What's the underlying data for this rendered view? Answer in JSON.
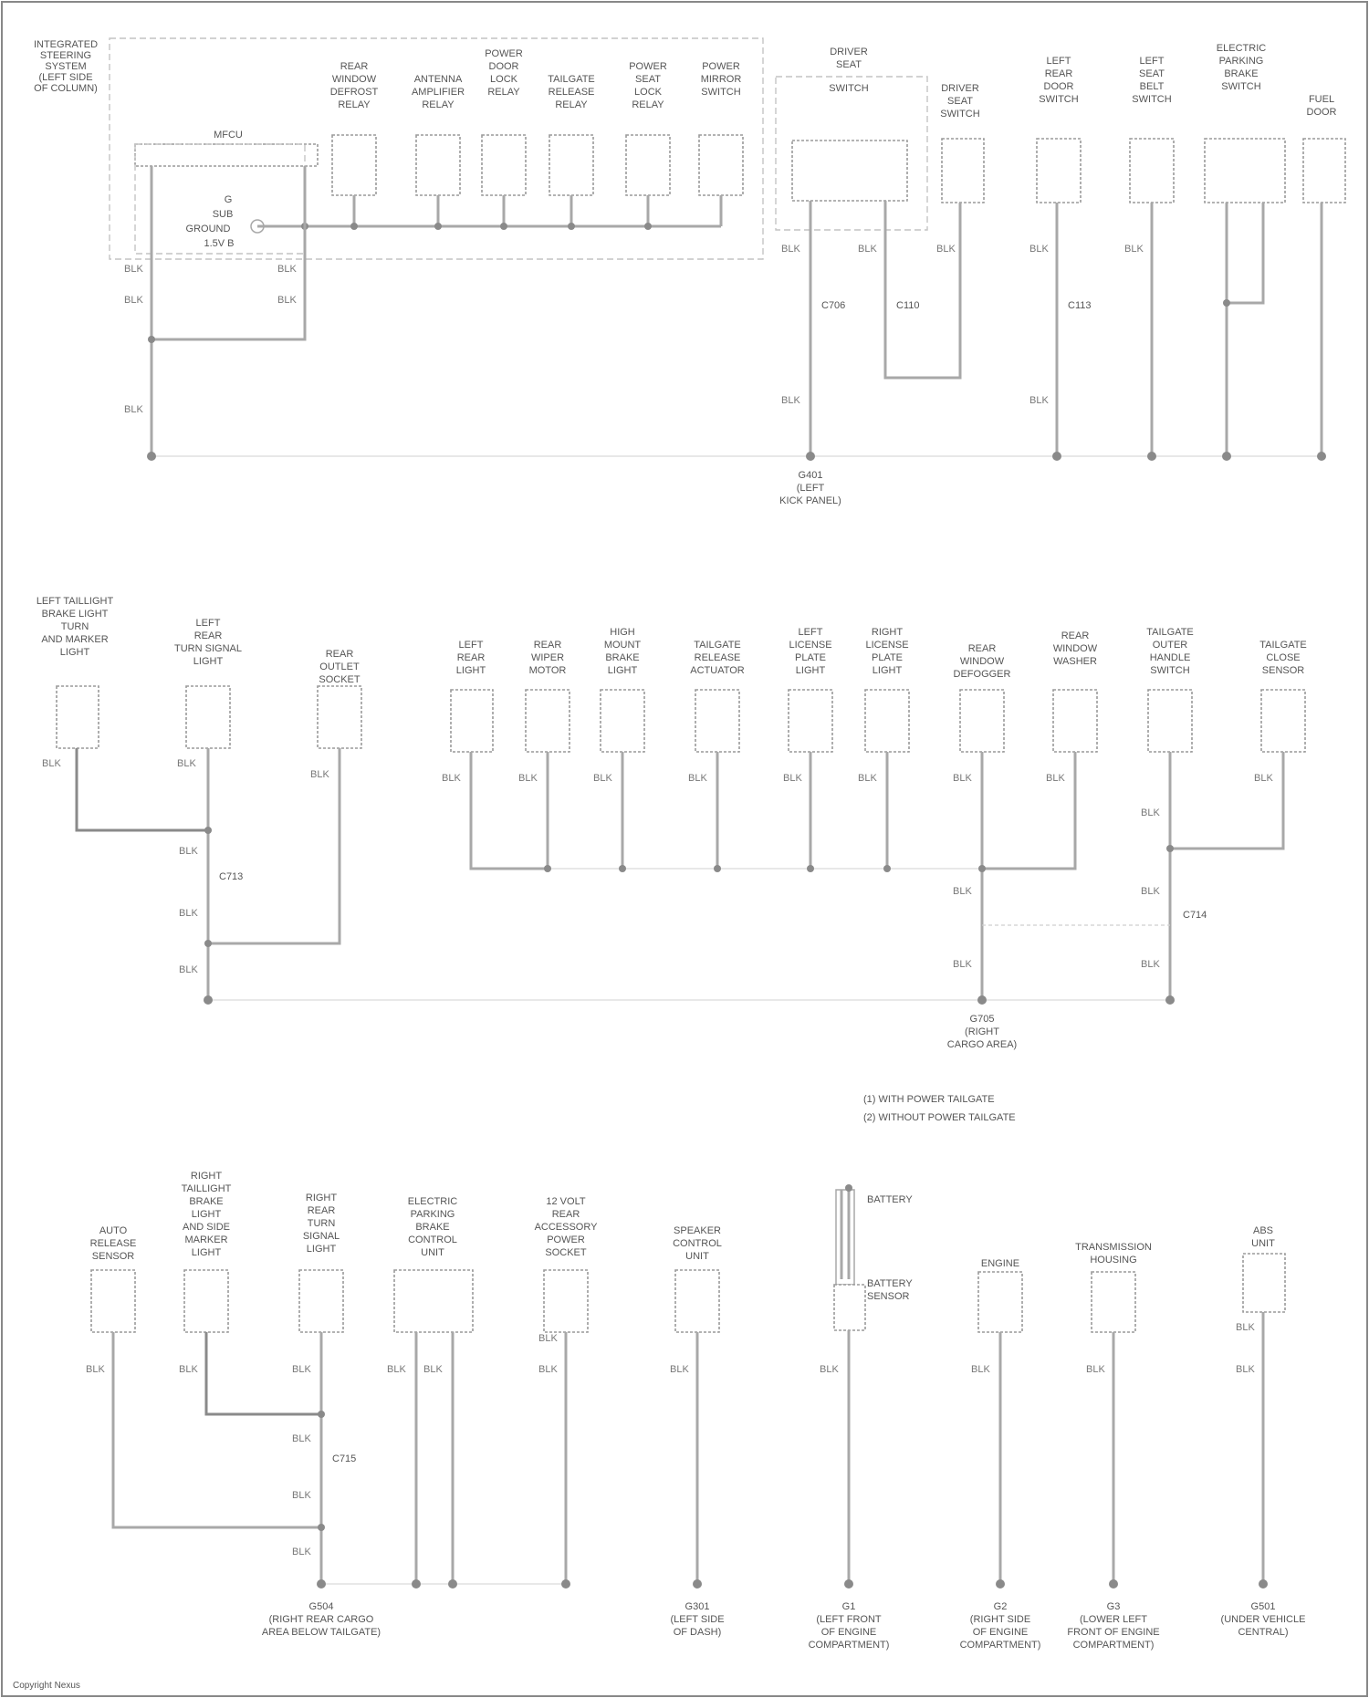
{
  "diagram": {
    "row1": {
      "left_module_label": [
        "INTEGRATED",
        "STEERING",
        "SYSTEM",
        "(LEFT SIDE",
        "OF COLUMN)"
      ],
      "inner_module_label": "MFCU",
      "inner_pins": [
        "G",
        "SUB",
        "GROUND",
        "1.5V B"
      ],
      "components": [
        {
          "label": [
            "REAR",
            "WINDOW",
            "DEFROST",
            "RELAY"
          ],
          "pin": ""
        },
        {
          "label": [
            "ANTENNA",
            "AMPLIFIER",
            "RELAY"
          ],
          "pin": ""
        },
        {
          "label": [
            "POWER",
            "DOOR",
            "LOCK",
            "RELAY"
          ],
          "pin": ""
        },
        {
          "label": [
            "TAILGATE",
            "RELEASE",
            "RELAY"
          ],
          "pin": ""
        },
        {
          "label": [
            "POWER",
            "SEAT",
            "LOCK",
            "RELAY"
          ],
          "pin": ""
        },
        {
          "label": [
            "POWER",
            "MIRROR",
            "SWITCH"
          ],
          "pin": ""
        },
        {
          "label": [
            "DRIVER",
            "SEAT",
            "SWITCH"
          ],
          "pin": "BLK"
        },
        {
          "label": [
            "DRIVER",
            "SEAT",
            "SWITCH"
          ],
          "pin": "BLK"
        },
        {
          "label": [
            "LEFT",
            "REAR",
            "DOOR",
            "SWITCH"
          ],
          "pin": "BLK"
        },
        {
          "label": [
            "LEFT",
            "SEAT",
            "BELT",
            "SWITCH"
          ],
          "pin": "BLK"
        },
        {
          "label": [
            "ELECTRIC",
            "PARKING",
            "BRAKE",
            "SWITCH"
          ],
          "pin": "BLK"
        },
        {
          "label": [
            "FUEL",
            "DOOR"
          ],
          "pin": "BLK"
        }
      ],
      "wire_colors": [
        "BLK",
        "BLK",
        "BLK",
        "BLK",
        "BLK",
        "BLK",
        "BLK",
        "BLK",
        "BLK",
        "BLK",
        "BLK",
        "BLK"
      ],
      "splices": [
        "C706",
        "C110",
        "C113"
      ],
      "ground_label": [
        "G401",
        "(LEFT",
        "KICK PANEL)"
      ]
    },
    "row2": {
      "components": [
        {
          "label": [
            "LEFT TAILLIGHT",
            "BRAKE LIGHT",
            "TURN",
            "AND MARKER",
            "LIGHT"
          ]
        },
        {
          "label": [
            "LEFT",
            "REAR",
            "TURN SIGNAL",
            "LIGHT"
          ]
        },
        {
          "label": [
            "REAR",
            "OUTLET",
            "SOCKET"
          ]
        },
        {
          "label": [
            "LEFT",
            "REAR",
            "LIGHT"
          ]
        },
        {
          "label": [
            "REAR",
            "WIPER",
            "MOTOR"
          ]
        },
        {
          "label": [
            "HIGH",
            "MOUNT",
            "BRAKE",
            "LIGHT"
          ]
        },
        {
          "label": [
            "TAILGATE",
            "RELEASE",
            "ACTUATOR"
          ]
        },
        {
          "label": [
            "LEFT",
            "LICENSE",
            "PLATE",
            "LIGHT"
          ]
        },
        {
          "label": [
            "RIGHT",
            "LICENSE",
            "PLATE",
            "LIGHT"
          ]
        },
        {
          "label": [
            "REAR",
            "WINDOW",
            "DEFOGGER"
          ]
        },
        {
          "label": [
            "REAR",
            "WINDOW",
            "WASHER"
          ]
        },
        {
          "label": [
            "TAILGATE",
            "OUTER",
            "HANDLE",
            "SWITCH"
          ]
        },
        {
          "label": [
            "TAILGATE",
            "CLOSE",
            "SENSOR"
          ]
        }
      ],
      "wire_colors": [
        "BLK",
        "BLK",
        "BLK",
        "BLK",
        "BLK",
        "BLK",
        "BLK",
        "BLK",
        "BLK",
        "BLK",
        "BLK",
        "BLK",
        "BLK",
        "BLK",
        "BLK",
        "BLK",
        "BLK",
        "BLK",
        "BLK",
        "BLK"
      ],
      "splices": [
        "C713",
        "C714"
      ],
      "ground_label": [
        "G705",
        "(RIGHT",
        "CARGO AREA)"
      ],
      "notes": [
        "(1) WITH POWER TAILGATE",
        "(2) WITHOUT POWER TAILGATE"
      ]
    },
    "row3": {
      "components": [
        {
          "label": [
            "AUTO",
            "RELEASE",
            "SENSOR"
          ]
        },
        {
          "label": [
            "RIGHT",
            "TAILLIGHT",
            "BRAKE",
            "LIGHT",
            "AND SIDE",
            "MARKER",
            "LIGHT"
          ]
        },
        {
          "label": [
            "RIGHT",
            "REAR",
            "TURN",
            "SIGNAL",
            "LIGHT"
          ]
        },
        {
          "label": [
            "ELECTRIC",
            "PARKING",
            "BRAKE",
            "CONTROL",
            "UNIT"
          ]
        },
        {
          "label": [
            "12 VOLT",
            "REAR",
            "ACCESSORY",
            "POWER",
            "SOCKET"
          ]
        },
        {
          "label": [
            "SPEAKER",
            "CONTROL",
            "UNIT"
          ]
        },
        {
          "label": [
            "BATTERY",
            "BATTERY",
            "SENSOR"
          ]
        },
        {
          "label": [
            "ENGINE"
          ]
        },
        {
          "label": [
            "TRANSMISSION",
            "HOUSING"
          ]
        },
        {
          "label": [
            "ABS",
            "UNIT"
          ]
        }
      ],
      "wire_colors": [
        "BLK",
        "BLK",
        "BLK",
        "BLK",
        "BLK",
        "BLK",
        "BLK",
        "BLK",
        "BLK",
        "BLK",
        "BLK",
        "BLK",
        "BLK",
        "BLK",
        "BLK",
        "BLK"
      ],
      "splice": "C715",
      "ground_labels": [
        [
          "G504",
          "(RIGHT REAR CARGO",
          "AREA BELOW TAILGATE)"
        ],
        [
          "G301",
          "(LEFT SIDE",
          "OF DASH)"
        ],
        [
          "G1",
          "(LEFT FRONT",
          "OF ENGINE",
          "COMPARTMENT)"
        ],
        [
          "G2",
          "(RIGHT SIDE",
          "OF ENGINE",
          "COMPARTMENT)"
        ],
        [
          "G3",
          "(LOWER LEFT",
          "FRONT OF ENGINE",
          "COMPARTMENT)"
        ],
        [
          "G501",
          "(UNDER VEHICLE",
          "CENTRAL)"
        ]
      ]
    },
    "footer": "Copyright Nexus"
  }
}
